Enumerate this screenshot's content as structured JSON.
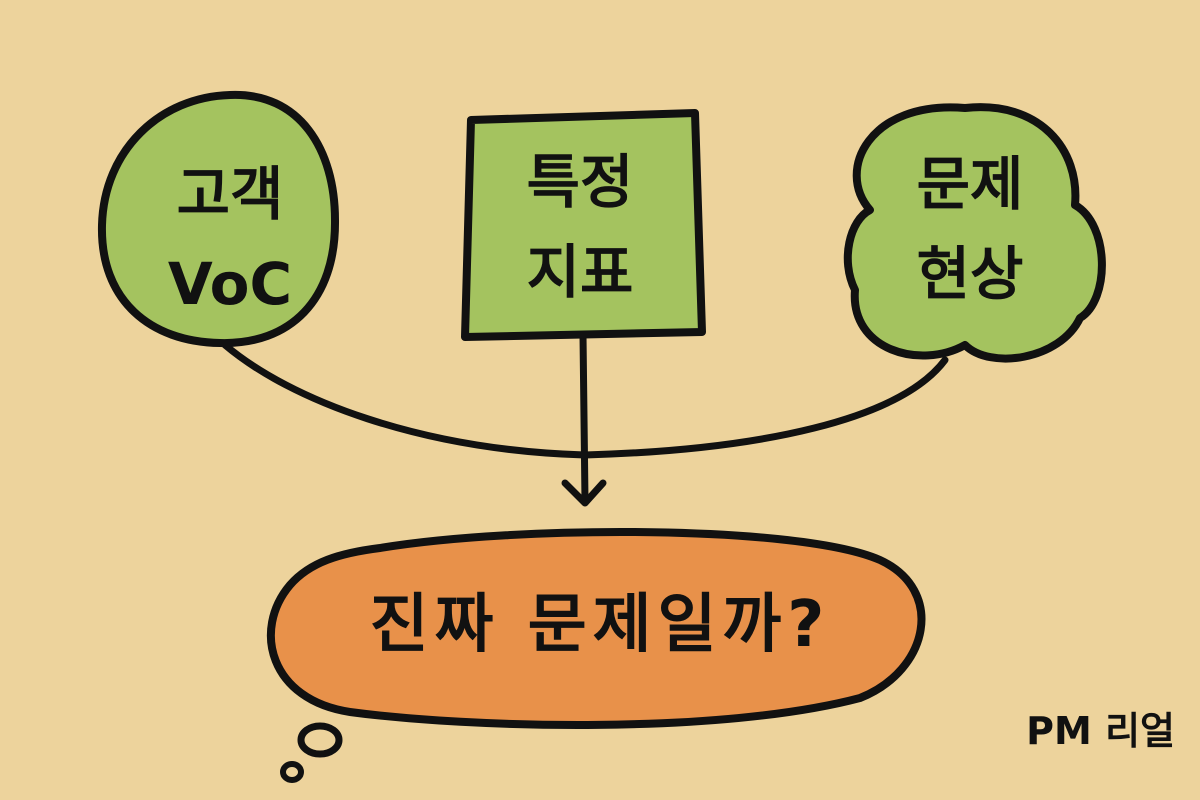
{
  "palette": {
    "background": "#edd39c",
    "node_fill": "#a4c35f",
    "question_fill": "#e8914a",
    "stroke": "#111111"
  },
  "nodes": {
    "customer_voc": {
      "label": "고객\nVoC",
      "shape": "circle"
    },
    "specific_metric": {
      "label": "특정\n지표",
      "shape": "square"
    },
    "problem_symptom": {
      "label": "문제\n현상",
      "shape": "clover"
    }
  },
  "question": {
    "label": "진짜 문제일까?",
    "shape": "thought-bubble"
  },
  "author": {
    "label": "PM 리얼"
  }
}
